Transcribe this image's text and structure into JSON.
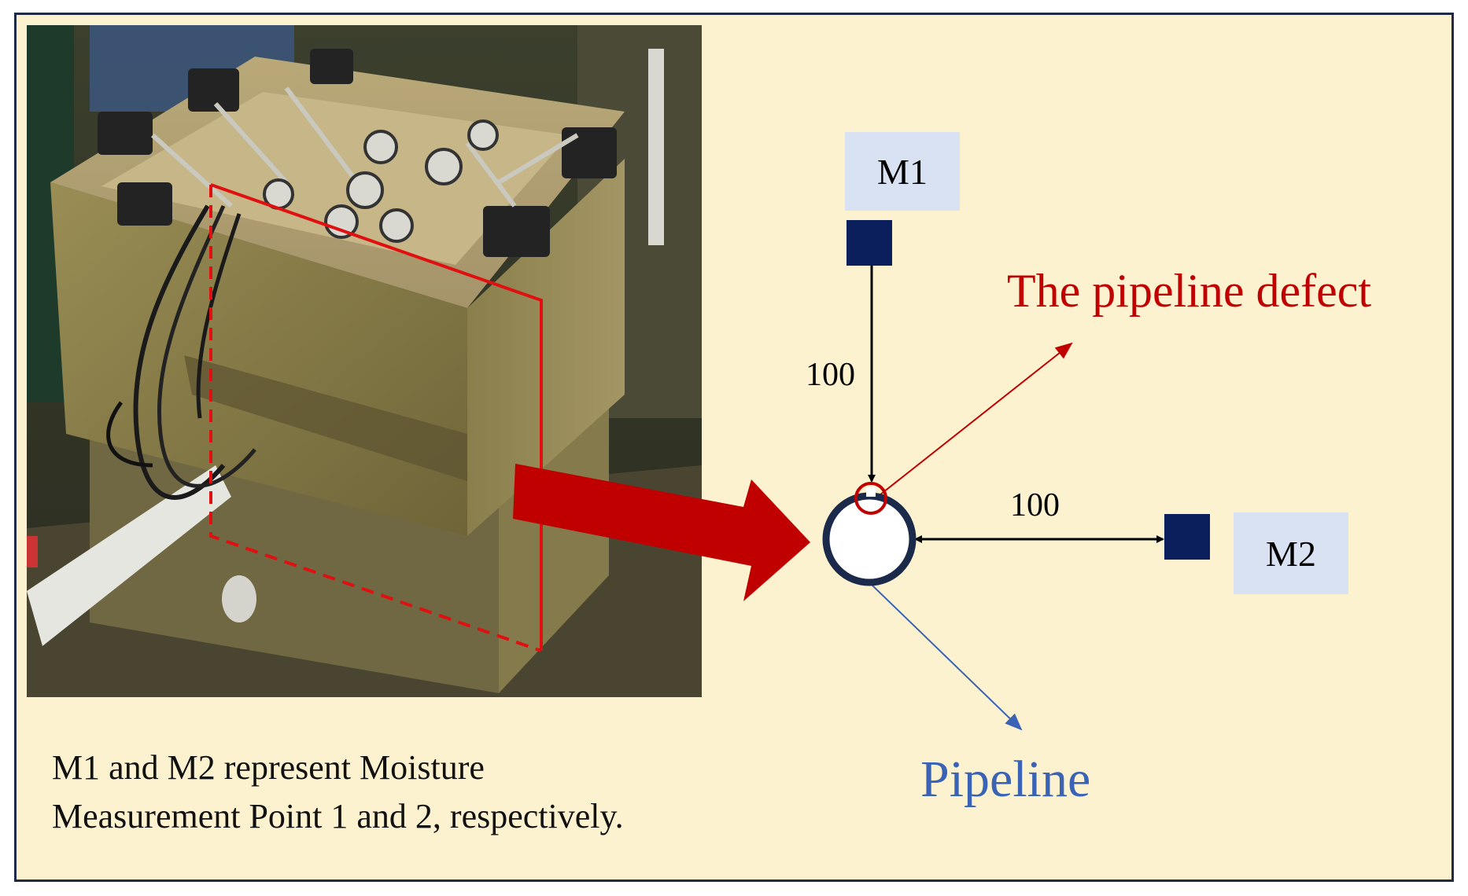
{
  "labels": {
    "m1": "M1",
    "m2": "M2",
    "distance_vertical": "100",
    "distance_horizontal": "100",
    "defect": "The pipeline defect",
    "pipeline": "Pipeline"
  },
  "caption": {
    "line1": "M1 and M2 represent Moisture",
    "line2": "Measurement Point 1 and 2, respectively."
  },
  "colors": {
    "panel_background": "#fdf2cf",
    "panel_border": "#1f2a44",
    "label_box": "#d9e2f3",
    "sensor_square": "#0b1f5c",
    "defect_red": "#c00000",
    "pipeline_blue": "#3a63b5",
    "pipe_ring": "#1b2a4a"
  },
  "icons": {
    "measurement_point": "filled-square",
    "pipe": "ring-circle",
    "defect_marker": "small-red-circle",
    "transfer_arrow": "thick-red-arrow"
  }
}
